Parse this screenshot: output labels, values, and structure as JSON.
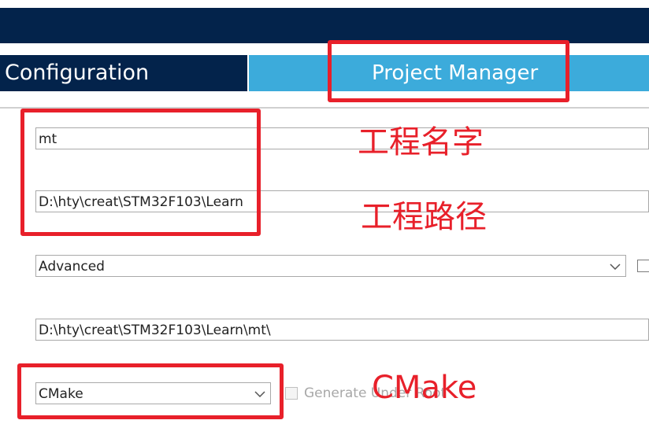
{
  "tabs": {
    "configuration": "Configuration",
    "project_manager": "Project Manager"
  },
  "project": {
    "name": "mt",
    "location": "D:\\hty\\creat\\STM32F103\\Learn",
    "structure": "Advanced",
    "toolchain_folder": "D:\\hty\\creat\\STM32F103\\Learn\\mt\\",
    "toolchain": "CMake",
    "generate_label": "Generate Under Root"
  },
  "annotations": {
    "name_note": "工程名字",
    "path_note": "工程路径",
    "cmake_note": "CMake"
  },
  "colors": {
    "header_navy": "#03234b",
    "tab_active_blue": "#3cabdb",
    "annotation_red": "#e8202a"
  }
}
